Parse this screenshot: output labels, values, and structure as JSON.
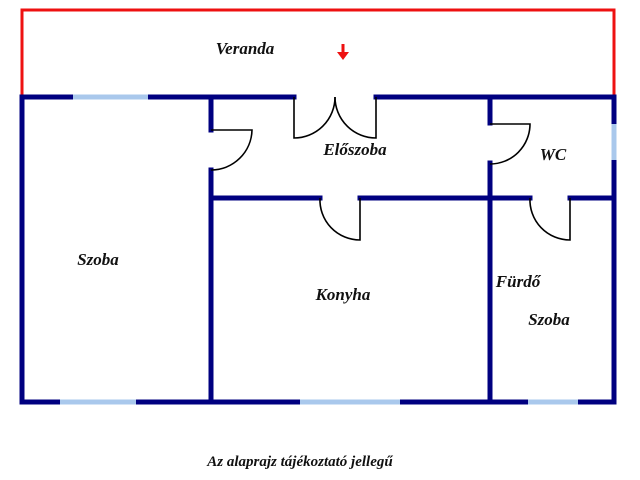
{
  "rooms": {
    "veranda": "Veranda",
    "eloszoba": "Előszoba",
    "wc": "WC",
    "szoba": "Szoba",
    "konyha": "Konyha",
    "furdo_line1": "Fürdő",
    "furdo_line2": "Szoba"
  },
  "caption": "Az alaprajz tájékoztató jellegű",
  "colors": {
    "walls": "#000080",
    "windows": "#a9c8ec",
    "veranda": "#ee1111"
  },
  "icons": [
    "entrance-arrow-icon"
  ]
}
